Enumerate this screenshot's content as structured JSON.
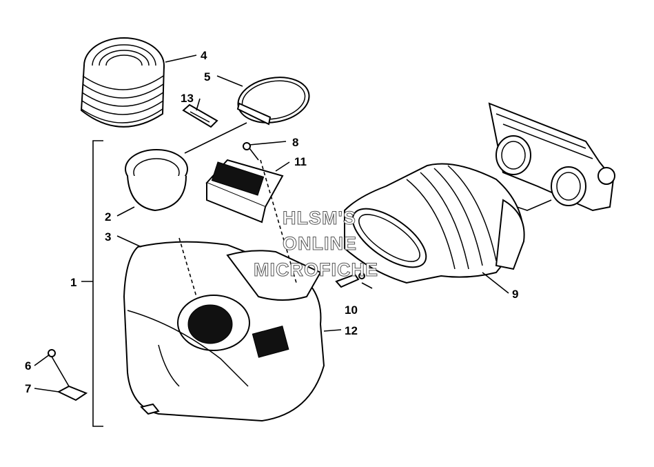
{
  "callouts": {
    "c1": "1",
    "c2": "2",
    "c3": "3",
    "c4": "4",
    "c5": "5",
    "c6": "6",
    "c7": "7",
    "c8": "8",
    "c9": "9",
    "c10": "10",
    "c11": "11",
    "c12": "12",
    "c13": "13"
  },
  "watermark": {
    "line1": "HLSM'S",
    "line2": "ONLINE",
    "line3": "MICROFICHE"
  },
  "colors": {
    "ink": "#000000",
    "background": "#ffffff"
  }
}
